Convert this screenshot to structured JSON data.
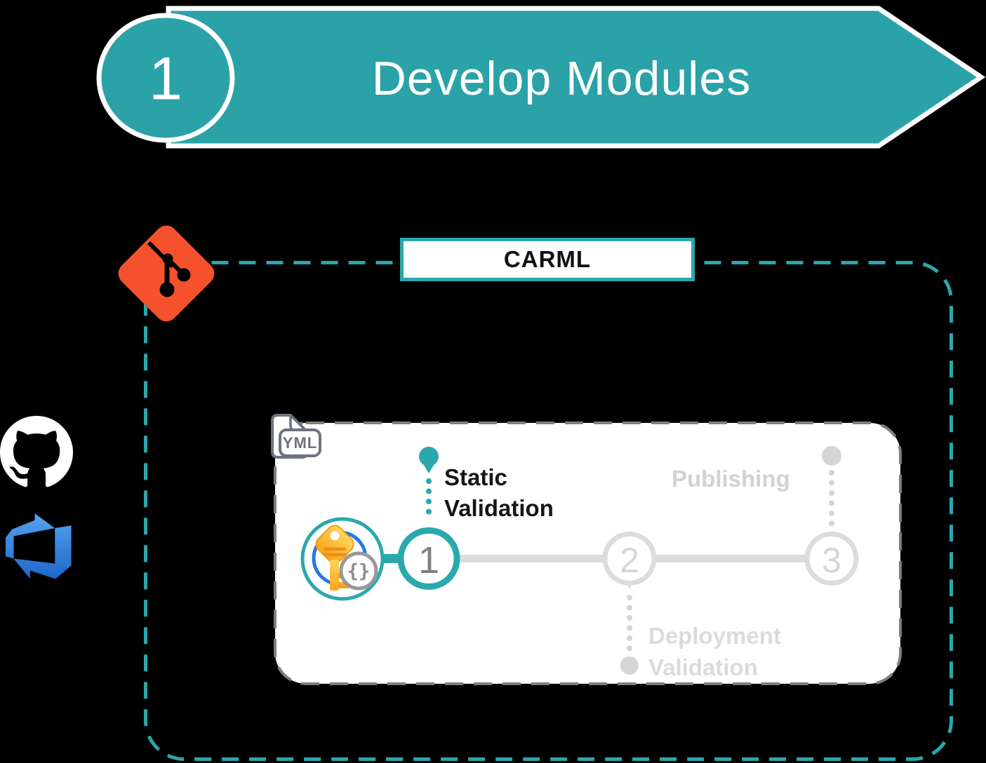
{
  "banner": {
    "step_number": "1",
    "title": "Develop Modules"
  },
  "repo_box": {
    "label": "CARML"
  },
  "icons": {
    "git": "git-icon",
    "github": "github-icon",
    "azure_devops": "azure-devops-icon",
    "yml_file_label": "YML",
    "key_vault": "key-icon",
    "parameters_badge": "{}"
  },
  "pipeline": {
    "steps": [
      {
        "number": "1",
        "label": "Static Validation",
        "lines": [
          "Static",
          "Validation"
        ],
        "state": "active",
        "label_side": "top"
      },
      {
        "number": "2",
        "label": "Deployment Validation",
        "lines": [
          "Deployment",
          "Validation"
        ],
        "state": "inactive",
        "label_side": "bottom"
      },
      {
        "number": "3",
        "label": "Publishing",
        "lines": [
          "Publishing"
        ],
        "state": "inactive",
        "label_side": "top"
      }
    ]
  },
  "colors": {
    "background": "#000000",
    "teal_banner": "#2AA2A7",
    "teal_accent": "#2BA8AC",
    "teal_dashed_border": "#2AA7AB",
    "git_orange": "#F4512C",
    "azure_blue_top": "#55A3EF",
    "azure_blue_bottom": "#1F66CC",
    "key_gold": "#FFC21D",
    "key_ring_blue": "#2577E4",
    "inactive_gray": "#DCDCDC",
    "inactive_text_gray": "#D6D6D6",
    "card_border_gray": "#7F7F7F",
    "active_label": "#161616"
  }
}
